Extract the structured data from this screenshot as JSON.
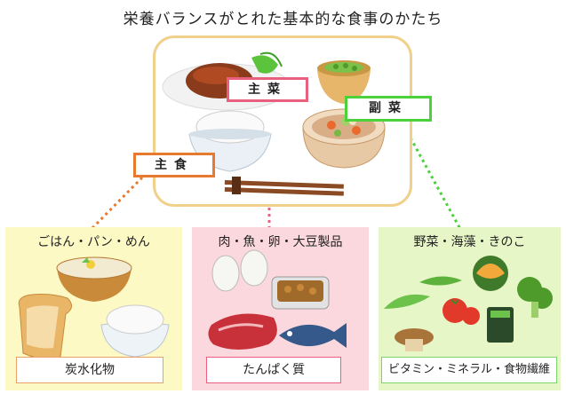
{
  "title": "栄養バランスがとれた基本的な食事のかたち",
  "labels": {
    "main_dish": "主食",
    "protein_dish": "主菜",
    "side_dish": "副菜"
  },
  "panels": [
    {
      "heading": "ごはん・パン・めん",
      "nutrient": "炭水化物"
    },
    {
      "heading": "肉・魚・卵・大豆製品",
      "nutrient": "たんぱく質"
    },
    {
      "heading": "野菜・海藻・きのこ",
      "nutrient": "ビタミン・ミネラル・食物繊維"
    }
  ],
  "colors": {
    "main": "#e77a2e",
    "protein": "#e8607d",
    "side": "#4bd13a",
    "tray": "#f0d08a"
  }
}
